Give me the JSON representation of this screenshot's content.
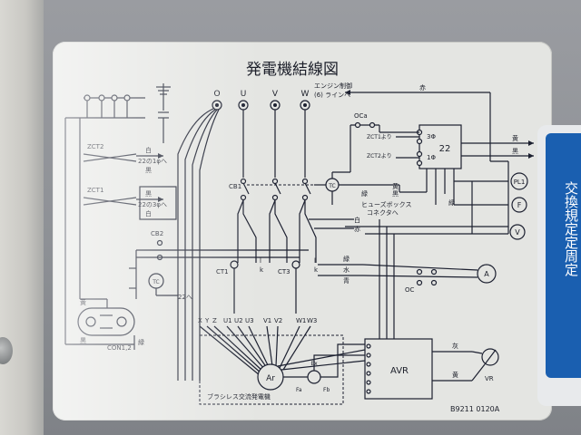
{
  "plate": {
    "title": "発電機結線図",
    "code": "B9211 0120A"
  },
  "top_terminals": {
    "o": "O",
    "u": "U",
    "v": "V",
    "w": "W"
  },
  "engine_note": "エンジン制御",
  "engine_line": "(6) ラインへ",
  "red_label": "赤",
  "zct": {
    "zct2": "ZCT2",
    "zct1": "ZCT1",
    "to_22_1phase": "22の1φへ",
    "to_22_3phase": "22の3φへ",
    "white": "白",
    "black": "黒",
    "zct1_from": "ZCT1より",
    "zct2_from": "ZCT2より"
  },
  "relay22": {
    "label": "22",
    "three_phase": "3Φ",
    "one_phase": "1Φ"
  },
  "ocs_label": "OCa",
  "breakers": {
    "cb1": "CB1",
    "cb2": "CB2",
    "tc": "TC",
    "to_22": "22へ"
  },
  "ct": {
    "ct1": "CT1",
    "ct3": "CT3",
    "k": "k",
    "l": "l",
    "oc": "OC"
  },
  "fuse": {
    "line1": "ヒューズボックス",
    "line2": "コネクタへ"
  },
  "wire_colors": {
    "yellow": "黄",
    "black": "黒",
    "white": "白",
    "red": "赤",
    "green": "緑",
    "water": "水",
    "blue": "青",
    "gray": "灰"
  },
  "meters": {
    "pl1": "PL1",
    "f": "F",
    "v": "V",
    "a": "A"
  },
  "stator": {
    "x": "X",
    "y": "Y",
    "z": "Z",
    "u1": "U1",
    "u2": "U2",
    "u3": "U3",
    "v1": "V1",
    "v2": "V2",
    "w1": "W1",
    "w3": "W3"
  },
  "generator": {
    "ar": "Ar",
    "caption": "ブラシレス交流発電機",
    "fa": "Fa",
    "fb": "Fb",
    "ex": "Ex"
  },
  "avr": {
    "label": "AVR",
    "vr": "VR"
  },
  "con": "CON1,2",
  "right_sign": "交換規定定周定"
}
